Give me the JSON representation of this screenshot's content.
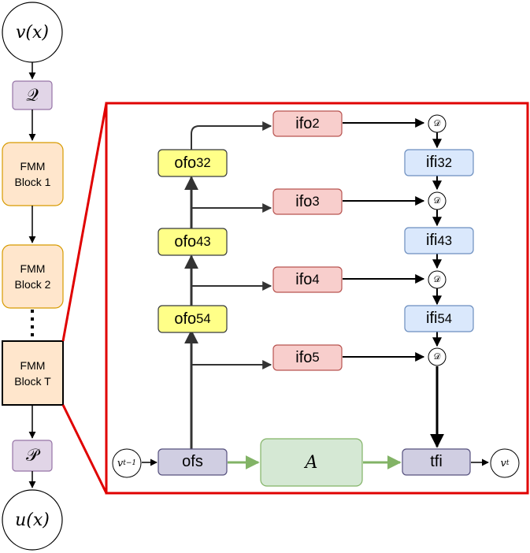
{
  "left_chain": {
    "v_x": "v(x)",
    "Q": "𝒬",
    "fmm_label": "FMM",
    "block1": "Block 1",
    "block2": "Block 2",
    "blockT": "Block T",
    "P": "𝒫",
    "u_x": "u(x)"
  },
  "detail": {
    "ofo3": {
      "base": "ofo",
      "sub": "3",
      "sup": "2"
    },
    "ofo4": {
      "base": "ofo",
      "sub": "4",
      "sup": "3"
    },
    "ofo5": {
      "base": "ofo",
      "sub": "5",
      "sup": "4"
    },
    "ifo2": {
      "base": "ifo",
      "sub": "2"
    },
    "ifo3": {
      "base": "ifo",
      "sub": "3"
    },
    "ifo4": {
      "base": "ifo",
      "sub": "4"
    },
    "ifo5": {
      "base": "ifo",
      "sub": "5"
    },
    "ifi3_2": {
      "base": "ifi",
      "sup": "3",
      "sub": "2"
    },
    "ifi4_3": {
      "base": "ifi",
      "sub": "4",
      "sup": "3"
    },
    "ifi5_4": {
      "base": "ifi",
      "sub": "5",
      "sup": "4"
    },
    "D": "𝒟",
    "v_prev": "v",
    "v_prev_sub": "t−1",
    "ofs": "ofs",
    "A": "A",
    "tfi": "tfi",
    "v_t": "v",
    "v_t_sub": "t"
  },
  "colors": {
    "purple_fill": "#e1d5e7",
    "purple_stroke": "#9673a6",
    "orange_fill": "#ffe6cc",
    "orange_stroke": "#d79b00",
    "yellow_fill": "#ffff88",
    "yellow_stroke": "#36393d",
    "red_fill": "#f8cecc",
    "red_stroke": "#b85450",
    "blue_fill": "#dae8fc",
    "blue_stroke": "#6c8ebf",
    "slate_fill": "#d0cee2",
    "slate_stroke": "#56517e",
    "green_fill": "#d5e8d4",
    "green_stroke": "#82b366",
    "highlight_frame": "#e00000"
  }
}
